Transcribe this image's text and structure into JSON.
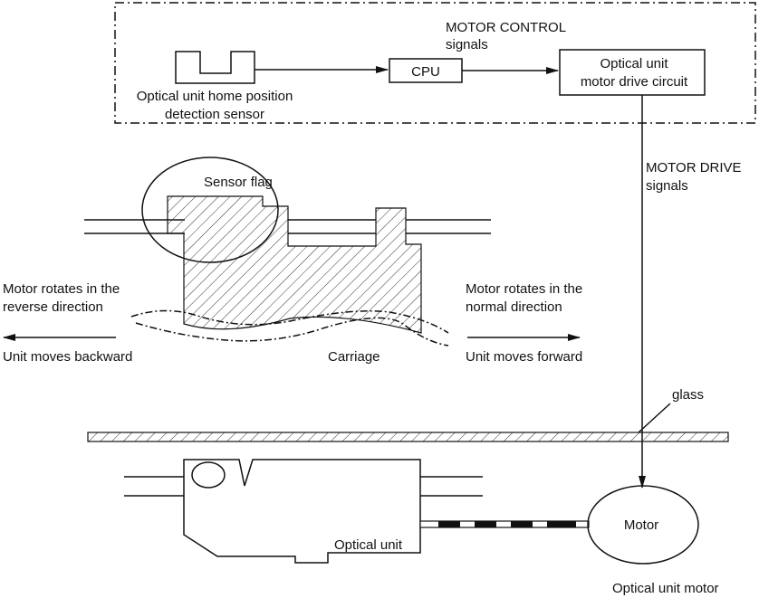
{
  "control_block": {
    "motor_control_label": "MOTOR CONTROL",
    "motor_control_label_2": "signals",
    "sensor_label_1": "Optical unit home position",
    "sensor_label_2": "detection sensor",
    "cpu_label": "CPU",
    "drive_circuit_label_1": "Optical unit",
    "drive_circuit_label_2": "motor drive circuit"
  },
  "motor_drive": {
    "label_1": "MOTOR DRIVE",
    "label_2": "signals"
  },
  "carriage_area": {
    "sensor_flag_label": "Sensor flag",
    "reverse_label_1": "Motor rotates in the",
    "reverse_label_2": "reverse direction",
    "backward_label": "Unit moves backward",
    "normal_label_1": "Motor rotates in the",
    "normal_label_2": "normal direction",
    "forward_label": "Unit moves forward",
    "carriage_label": "Carriage"
  },
  "bottom": {
    "glass_label": "glass",
    "optical_unit_label": "Optical unit",
    "motor_label": "Motor",
    "optical_unit_motor_label": "Optical unit motor"
  },
  "colors": {
    "line": "#111111",
    "background": "#ffffff"
  }
}
